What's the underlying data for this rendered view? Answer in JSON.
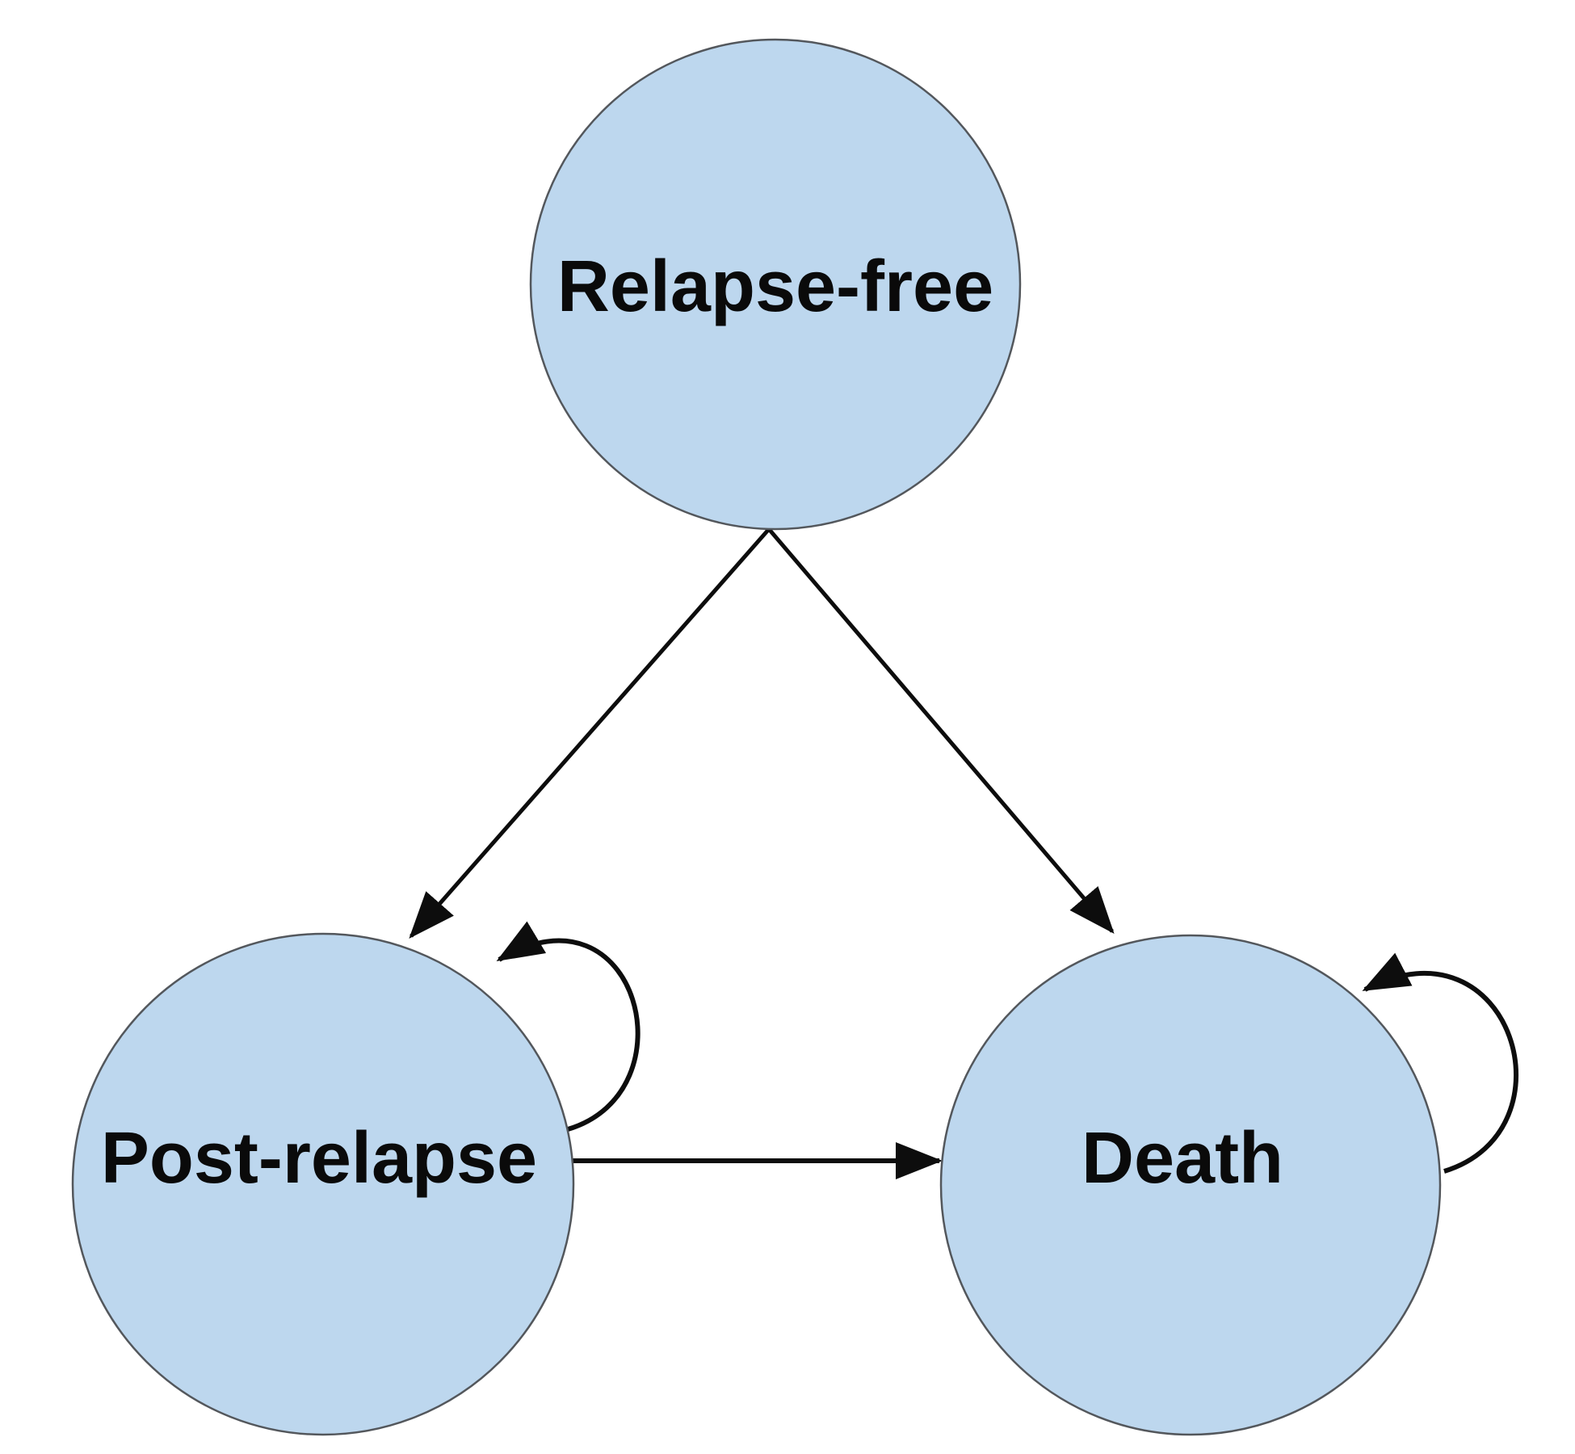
{
  "diagram": {
    "type": "state-transition",
    "nodes": [
      {
        "id": "relapse-free",
        "label": "Relapse-free"
      },
      {
        "id": "post-relapse",
        "label": "Post-relapse"
      },
      {
        "id": "death",
        "label": "Death"
      }
    ],
    "edges": [
      {
        "from": "relapse-free",
        "to": "post-relapse",
        "self_loop": false
      },
      {
        "from": "relapse-free",
        "to": "death",
        "self_loop": false
      },
      {
        "from": "post-relapse",
        "to": "death",
        "self_loop": false
      },
      {
        "from": "post-relapse",
        "to": "post-relapse",
        "self_loop": true
      },
      {
        "from": "death",
        "to": "death",
        "self_loop": true
      }
    ],
    "colors": {
      "node_fill": "#BDD7EE",
      "node_border": "#53575C",
      "arrow": "#0D0D0D",
      "label": "#0A0A0A",
      "background": "#FFFFFF"
    }
  }
}
